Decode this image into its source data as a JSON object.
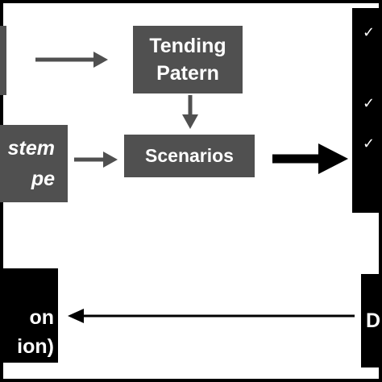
{
  "diagram": {
    "nodes": {
      "tending_pattern": {
        "lines": [
          "Tending",
          "Patern"
        ]
      },
      "ecosystem": {
        "lines": [
          "stem",
          "pe"
        ]
      },
      "scenarios": {
        "label": "Scenarios"
      },
      "right_panel": {
        "checkmarks": [
          "✓",
          "✓",
          "✓"
        ]
      },
      "bottom_left": {
        "lines": [
          "on",
          "ion)"
        ]
      },
      "bottom_right": {
        "label": "D"
      }
    },
    "edges": [
      {
        "from": "left_top",
        "to": "tending_pattern"
      },
      {
        "from": "tending_pattern",
        "to": "scenarios"
      },
      {
        "from": "ecosystem",
        "to": "scenarios"
      },
      {
        "from": "scenarios",
        "to": "right_panel",
        "style": "bold"
      },
      {
        "from": "bottom_right",
        "to": "bottom_left"
      }
    ],
    "colors": {
      "box_gray": "#505050",
      "box_black": "#000000",
      "arrow_gray": "#505050",
      "arrow_black": "#000000",
      "background": "#ffffff",
      "border": "#000000"
    }
  }
}
